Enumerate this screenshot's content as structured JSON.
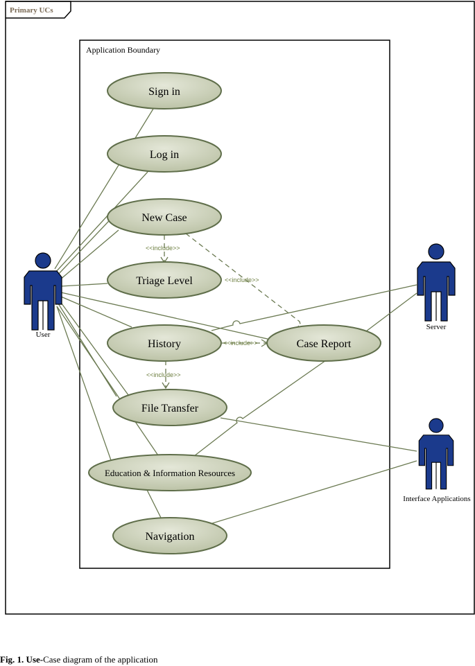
{
  "frame": {
    "label": "Primary UCs"
  },
  "boundary": {
    "label": "Application Boundary"
  },
  "use_cases": {
    "sign_in": "Sign in",
    "log_in": "Log in",
    "new_case": "New Case",
    "triage_level": "Triage Level",
    "history": "History",
    "case_report": "Case Report",
    "file_transfer": "File Transfer",
    "education": "Education & Information Resources",
    "navigation": "Navigation"
  },
  "actors": {
    "user": "User",
    "server": "Server",
    "interface_apps": "Interface Applications"
  },
  "stereotypes": {
    "include_label": "<<include>>"
  },
  "colors": {
    "usecase_fill": "#c9ceb7",
    "usecase_stroke": "#5f6e4a",
    "actor_fill": "#1b3a8c",
    "line": "#6b7a52"
  },
  "caption": {
    "prefix": "Fig. 1. Use-",
    "rest": "Case diagram of the application"
  }
}
